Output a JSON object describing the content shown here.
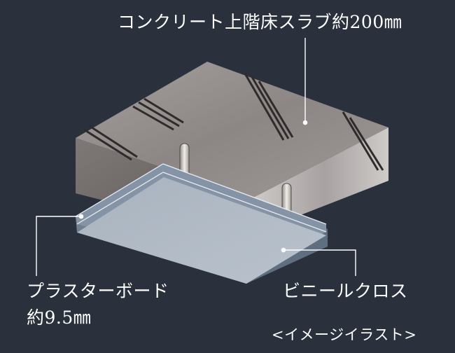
{
  "labels": {
    "slab": "コンクリート上階床スラブ約200㎜",
    "board_line1": "プラスターボード",
    "board_line2": "約9.5㎜",
    "cloth": "ビニールクロス",
    "caption": "<イメージイラスト>"
  },
  "colors": {
    "background": "#2a313d",
    "concrete": "#8d8786",
    "board_face": "#b3bcc7",
    "board_edge": "#6e7e90",
    "leader_line": "#ffffff"
  }
}
